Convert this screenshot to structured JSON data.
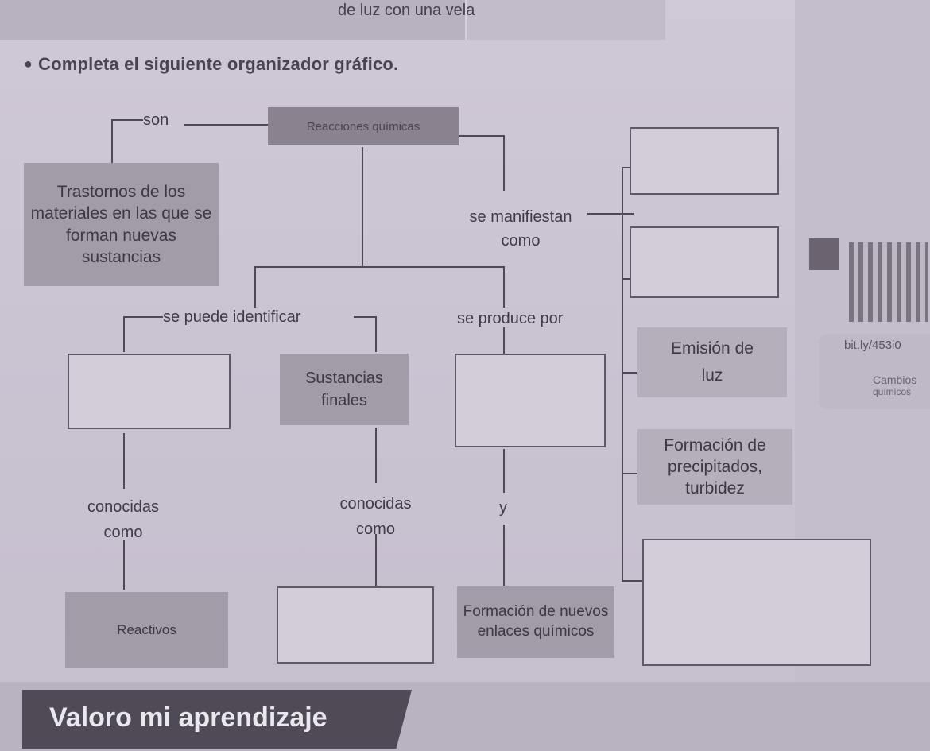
{
  "header": {
    "top_fragment": "de luz con una vela",
    "instruction": "Completa el siguiente organizador gráfico."
  },
  "diagram": {
    "central": "Reacciones químicas",
    "edge_son": "son",
    "definition": "Trastornos de los materiales en las que se forman nuevas sustancias",
    "edge_manifiestan": "se manifiestan como",
    "edge_identificar": "se puede identificar",
    "edge_produce": "se produce por",
    "sustancias_finales": "Sustancias finales",
    "conocidas_como_left": "conocidas como",
    "conocidas_como_mid": "conocidas como",
    "y": "y",
    "reactivos": "Reactivos",
    "formacion_enlaces": "Formación de nuevos enlaces químicos",
    "emision_luz": "Emisión de luz",
    "precipitados": "Formación de precipitados, turbidez"
  },
  "sidebar": {
    "link": "bit.ly/453i0",
    "caption_line1": "Cambios",
    "caption_line2": "químicos"
  },
  "footer": {
    "section_title": "Valoro mi aprendizaje"
  }
}
